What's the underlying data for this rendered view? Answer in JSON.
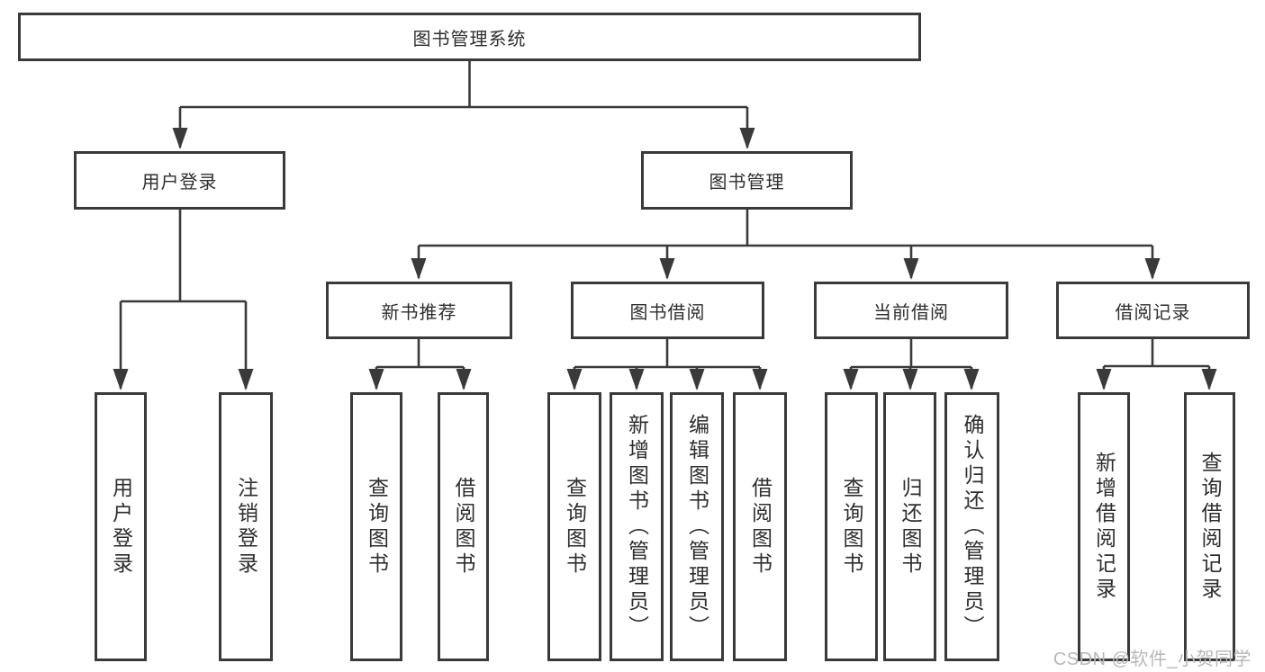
{
  "diagram_type": "hierarchy-tree",
  "colors": {
    "line": "#3a3a3a",
    "text": "#2e2e2e",
    "box_background": "#ffffff",
    "watermark": "#b7b7b7",
    "page_background": "#ffffff"
  },
  "tree": {
    "label": "图书管理系统",
    "children": [
      {
        "label": "用户登录",
        "children": [
          {
            "label": "用户登录"
          },
          {
            "label": "注销登录"
          }
        ]
      },
      {
        "label": "图书管理",
        "children": [
          {
            "label": "新书推荐",
            "children": [
              {
                "label": "查询图书"
              },
              {
                "label": "借阅图书"
              }
            ]
          },
          {
            "label": "图书借阅",
            "children": [
              {
                "label": "查询图书"
              },
              {
                "label": "新增图书（管理员）"
              },
              {
                "label": "编辑图书（管理员）"
              },
              {
                "label": "借阅图书"
              }
            ]
          },
          {
            "label": "当前借阅",
            "children": [
              {
                "label": "查询图书"
              },
              {
                "label": "归还图书"
              },
              {
                "label": "确认归还（管理员）"
              }
            ]
          },
          {
            "label": "借阅记录",
            "children": [
              {
                "label": "新增借阅记录"
              },
              {
                "label": "查询借阅记录"
              }
            ]
          }
        ]
      }
    ]
  },
  "watermark": {
    "text": "CSDN @软件_小贺同学"
  }
}
